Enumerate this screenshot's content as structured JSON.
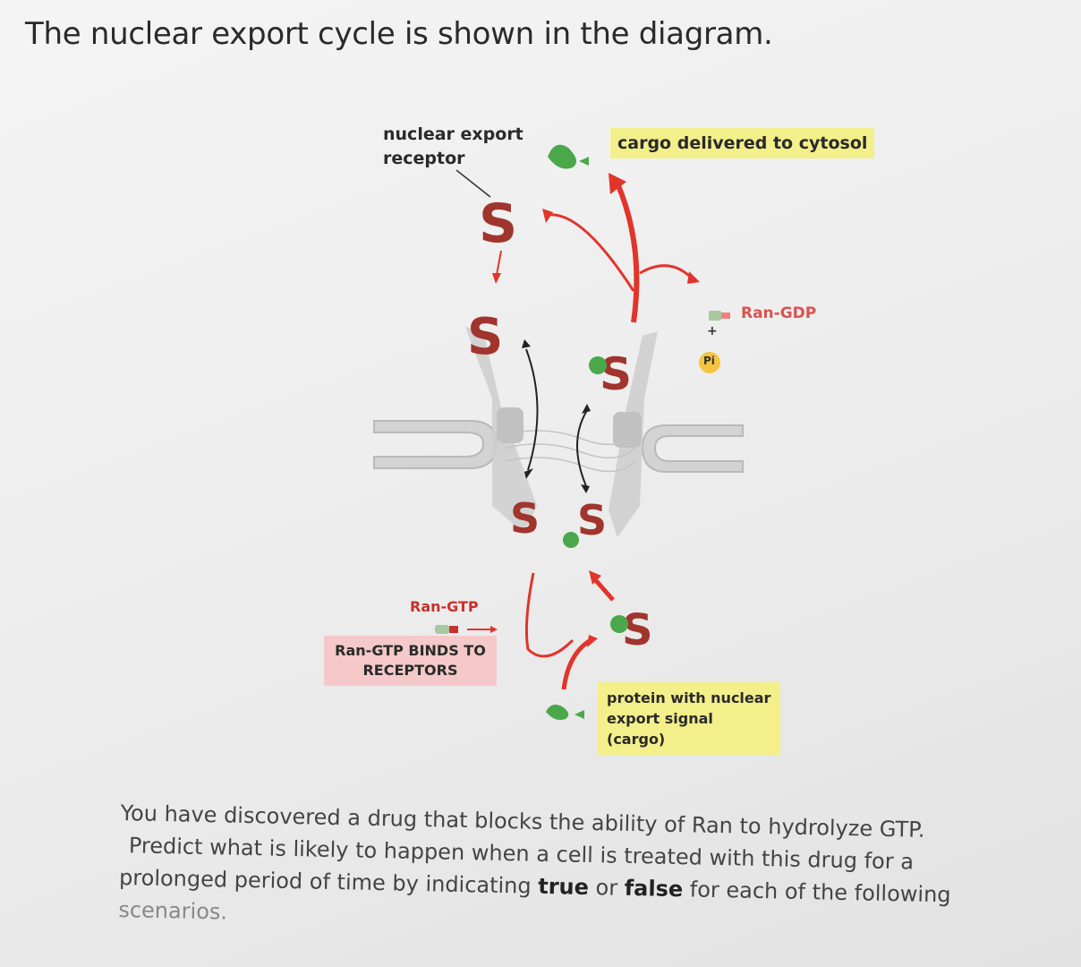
{
  "heading": "The nuclear export cycle is shown in the diagram.",
  "diagram": {
    "receptor_label": "nuclear export receptor",
    "cargo_delivered_label": "cargo delivered to cytosol",
    "ran_gdp_label": "Ran-GDP",
    "plus": "+",
    "pi_label": "Pi",
    "ran_gtp_label": "Ran-GTP",
    "binds_label": "Ran-GTP BINDS TO RECEPTORS",
    "cargo_label": "protein with nuclear export signal (cargo)",
    "colors": {
      "receptor": "#a0352e",
      "arrow": "#e2342b",
      "cargo": "#4aa84a",
      "yellow_label": "#f3ef8a",
      "pink_label": "#f5c9c9",
      "membrane": "#cfcfcf"
    }
  },
  "question": {
    "line1": "You have discovered a drug that blocks the ability of Ran to hydrolyze GTP.",
    "line2": "Predict what is likely to happen when a cell is treated with this drug for a",
    "line3_pre": "prolonged period of time by indicating ",
    "true_word": "true",
    "or_word": " or ",
    "false_word": "false",
    "line3_post": " for each of the following",
    "line4": "scenarios."
  }
}
